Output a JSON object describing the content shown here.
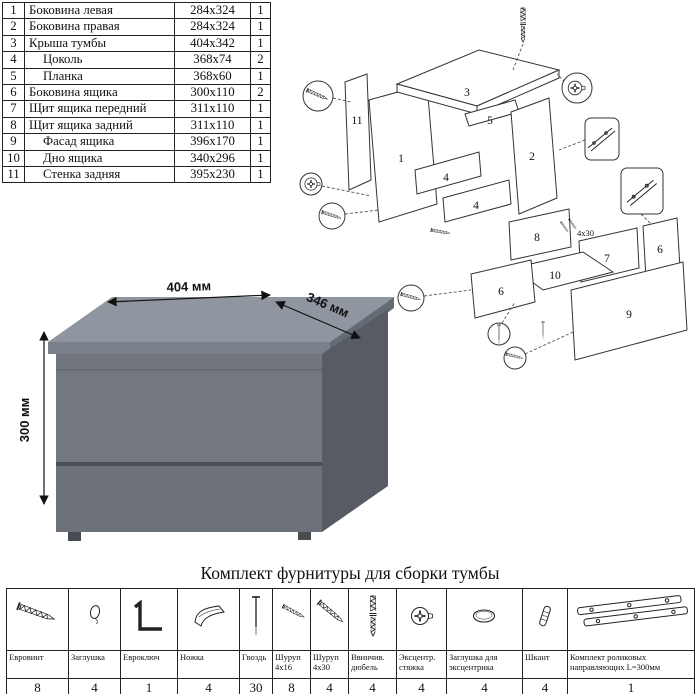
{
  "parts_table": {
    "rows": [
      {
        "num": "1",
        "name": "Боковина левая",
        "size": "284x324",
        "qty": "1",
        "indent": false
      },
      {
        "num": "2",
        "name": "Боковина правая",
        "size": "284x324",
        "qty": "1",
        "indent": false
      },
      {
        "num": "3",
        "name": "Крыша тумбы",
        "size": "404x342",
        "qty": "1",
        "indent": false
      },
      {
        "num": "4",
        "name": "Цоколь",
        "size": "368x74",
        "qty": "2",
        "indent": true
      },
      {
        "num": "5",
        "name": "Планка",
        "size": "368x60",
        "qty": "1",
        "indent": true
      },
      {
        "num": "6",
        "name": "Боковина ящика",
        "size": "300x110",
        "qty": "2",
        "indent": false
      },
      {
        "num": "7",
        "name": "Щит ящика передний",
        "size": "311x110",
        "qty": "1",
        "indent": false
      },
      {
        "num": "8",
        "name": "Щит ящика задний",
        "size": "311x110",
        "qty": "1",
        "indent": false
      },
      {
        "num": "9",
        "name": "Фасад ящика",
        "size": "396x170",
        "qty": "1",
        "indent": true
      },
      {
        "num": "10",
        "name": "Дно ящика",
        "size": "340x296",
        "qty": "1",
        "indent": true
      },
      {
        "num": "11",
        "name": "Стенка задняя",
        "size": "395x230",
        "qty": "1",
        "indent": true
      }
    ]
  },
  "diagram": {
    "labels": [
      "1",
      "2",
      "3",
      "4",
      "5",
      "6",
      "7",
      "8",
      "9",
      "10",
      "11"
    ],
    "annotation": "4x30"
  },
  "product": {
    "width_label": "404 мм",
    "depth_label": "346 мм",
    "height_label": "300 мм"
  },
  "hardware": {
    "title": "Комплект фурнитуры для сборки тумбы",
    "items": [
      {
        "name": "Евровинт",
        "qty": "8",
        "icon": "confirmat-screw"
      },
      {
        "name": "Заглушка",
        "qty": "4",
        "icon": "plug-cap"
      },
      {
        "name": "Евроключ",
        "qty": "1",
        "icon": "hex-key"
      },
      {
        "name": "Ножка",
        "qty": "4",
        "icon": "foot"
      },
      {
        "name": "Гвоздь",
        "qty": "30",
        "icon": "nail"
      },
      {
        "name": "Шуруп 4x16",
        "qty": "8",
        "icon": "screw"
      },
      {
        "name": "Шуруп 4x30",
        "qty": "4",
        "icon": "screw"
      },
      {
        "name": "Ввинчив. дюбель",
        "qty": "4",
        "icon": "dowel-screw"
      },
      {
        "name": "Эксцентр. стяжка",
        "qty": "4",
        "icon": "cam-lock"
      },
      {
        "name": "Заглушка для эксцентрика",
        "qty": "4",
        "icon": "cam-cap"
      },
      {
        "name": "Шкант",
        "qty": "4",
        "icon": "wood-dowel"
      },
      {
        "name": "Комплект роликовых направляющих L=300мм",
        "qty": "1",
        "icon": "roller-slides"
      }
    ]
  }
}
